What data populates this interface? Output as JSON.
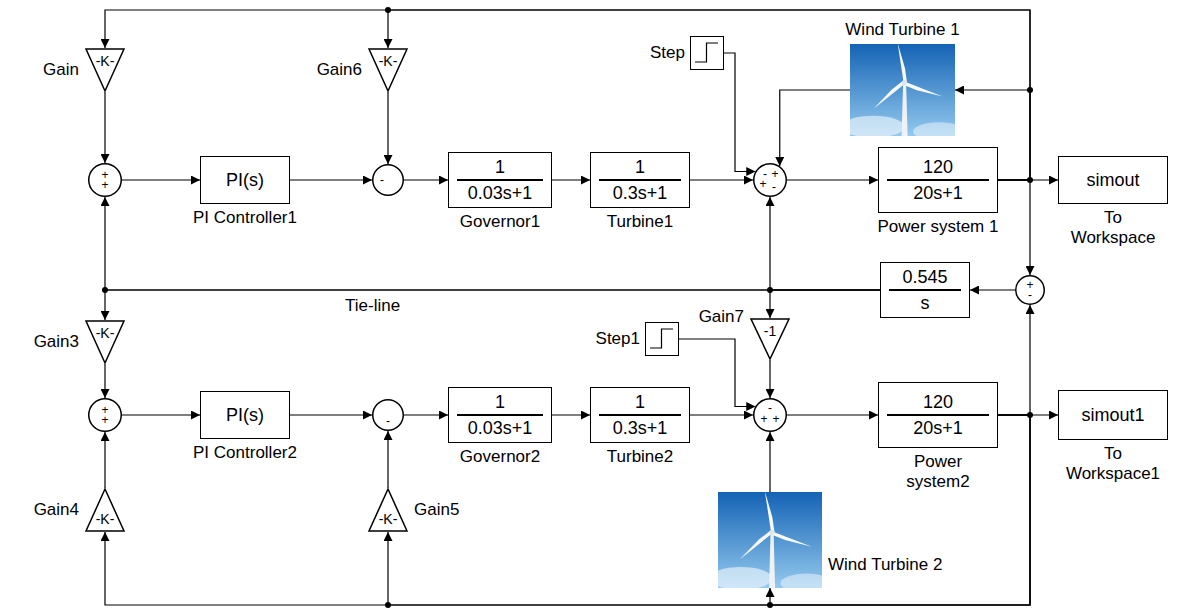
{
  "diagram": {
    "nodes": [
      {
        "text": [
          "-K-",
          "Gain"
        ]
      },
      {
        "text": [
          "-K-",
          "Gain6"
        ]
      },
      {
        "text": [
          "Wind Turbine 1"
        ]
      },
      {
        "text": [
          "Step"
        ]
      },
      {
        "text": [
          "+",
          "+"
        ]
      },
      {
        "text": [
          "PI(s)",
          "PI Controller1"
        ]
      },
      {
        "text": [
          "-"
        ]
      },
      {
        "text": [
          "1",
          "0.03s+1",
          "Governor1"
        ]
      },
      {
        "text": [
          "1",
          "0.3s+1",
          "Turbine1"
        ]
      },
      {
        "text": [
          "-",
          "+",
          "+",
          "-"
        ]
      },
      {
        "text": [
          "120",
          "20s+1",
          "Power system 1"
        ]
      },
      {
        "text": [
          "simout",
          "To Workspace"
        ]
      },
      {
        "text": [
          "0.545",
          "s"
        ]
      },
      {
        "text": [
          "+",
          "-"
        ]
      },
      {
        "text": [
          "-K-",
          "Gain3"
        ]
      },
      {
        "text": [
          "-1",
          "Gain7"
        ]
      },
      {
        "text": [
          "Step1"
        ]
      },
      {
        "text": [
          "+",
          "+"
        ]
      },
      {
        "text": [
          "PI(s)",
          "PI Controller2"
        ]
      },
      {
        "text": [
          "-"
        ]
      },
      {
        "text": [
          "1",
          "0.03s+1",
          "Governor2"
        ]
      },
      {
        "text": [
          "1",
          "0.3s+1",
          "Turbine2"
        ]
      },
      {
        "text": [
          "-",
          "+",
          "+"
        ]
      },
      {
        "text": [
          "120",
          "20s+1",
          "Power system2"
        ]
      },
      {
        "text": [
          "simout1",
          "To Workspace1"
        ]
      },
      {
        "text": [
          "-K-",
          "Gain4"
        ]
      },
      {
        "text": [
          "-K-",
          "Gain5"
        ]
      },
      {
        "text": [
          "Wind Turbine 2"
        ]
      }
    ],
    "edges": [
      {
        "from": 10,
        "to": 11,
        "arrow": "to"
      },
      {
        "from": 10,
        "to": 0,
        "arrow": "to"
      },
      {
        "from": 10,
        "to": 1,
        "arrow": "to"
      },
      {
        "from": 10,
        "to": 2,
        "arrow": "to"
      },
      {
        "from": 10,
        "to": 13,
        "arrow": "to"
      },
      {
        "from": 2,
        "to": 9,
        "arrow": "to"
      },
      {
        "from": 3,
        "to": 9,
        "arrow": "to"
      },
      {
        "from": 8,
        "to": 9,
        "arrow": "to"
      },
      {
        "from": 12,
        "to": 9,
        "arrow": "to"
      },
      {
        "from": 9,
        "to": 10,
        "arrow": "to"
      },
      {
        "from": 13,
        "to": 12,
        "arrow": "to"
      },
      {
        "from": 12,
        "to": 4,
        "arrow": "to"
      },
      {
        "from": 12,
        "to": 14,
        "arrow": "to"
      },
      {
        "from": 12,
        "to": 15,
        "arrow": "to"
      },
      {
        "from": 0,
        "to": 4,
        "arrow": "to"
      },
      {
        "from": 4,
        "to": 5,
        "arrow": "to"
      },
      {
        "from": 5,
        "to": 6,
        "arrow": "to"
      },
      {
        "from": 1,
        "to": 6,
        "arrow": "to"
      },
      {
        "from": 6,
        "to": 7,
        "arrow": "to"
      },
      {
        "from": 7,
        "to": 8,
        "arrow": "to"
      },
      {
        "from": 14,
        "to": 17,
        "arrow": "to"
      },
      {
        "from": 25,
        "to": 17,
        "arrow": "to"
      },
      {
        "from": 17,
        "to": 18,
        "arrow": "to"
      },
      {
        "from": 18,
        "to": 19,
        "arrow": "to"
      },
      {
        "from": 26,
        "to": 19,
        "arrow": "to"
      },
      {
        "from": 19,
        "to": 20,
        "arrow": "to"
      },
      {
        "from": 20,
        "to": 21,
        "arrow": "to"
      },
      {
        "from": 21,
        "to": 22,
        "arrow": "to"
      },
      {
        "from": 15,
        "to": 22,
        "arrow": "to"
      },
      {
        "from": 16,
        "to": 22,
        "arrow": "to"
      },
      {
        "from": 27,
        "to": 22,
        "arrow": "to"
      },
      {
        "from": 22,
        "to": 23,
        "arrow": "to"
      },
      {
        "from": 23,
        "to": 24,
        "arrow": "to"
      },
      {
        "from": 23,
        "to": 25,
        "arrow": "to"
      },
      {
        "from": 23,
        "to": 26,
        "arrow": "to"
      },
      {
        "from": 23,
        "to": 27,
        "arrow": "to"
      },
      {
        "from": 23,
        "to": 13,
        "arrow": "to"
      }
    ],
    "labels": [
      "Tie-line"
    ]
  }
}
